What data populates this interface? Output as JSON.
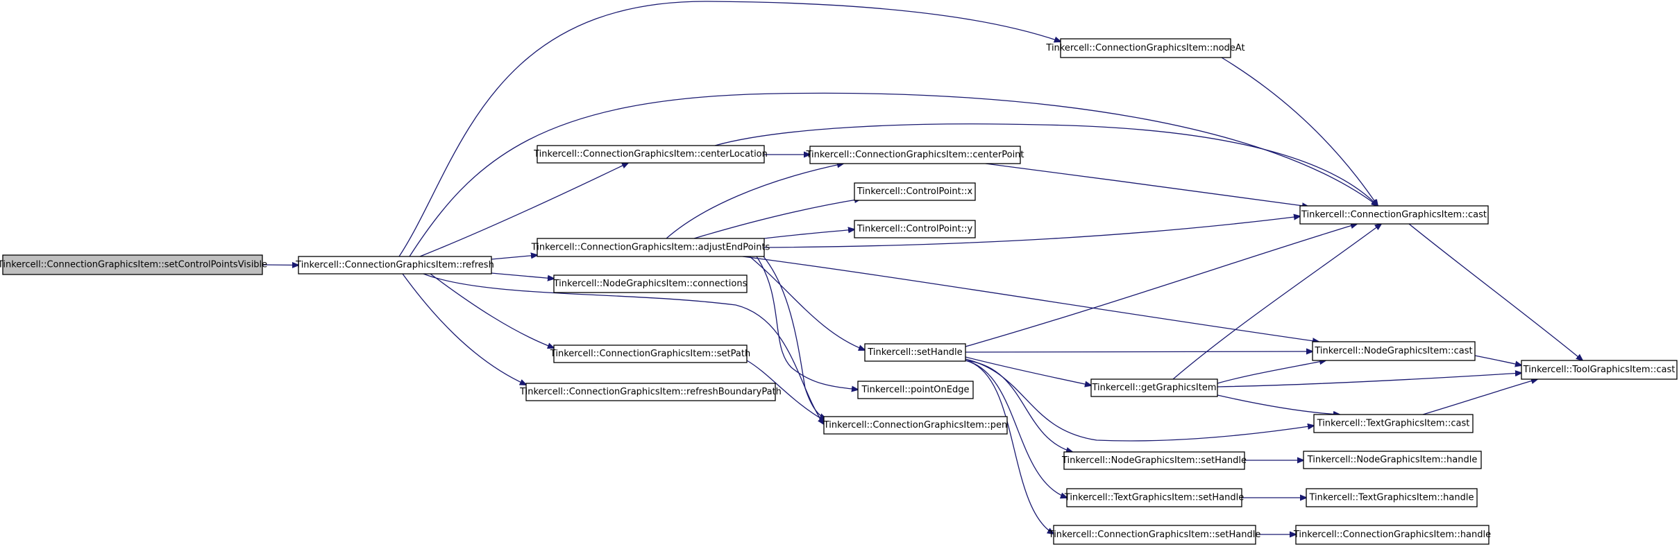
{
  "nodes": [
    {
      "id": "setControlPointsVisible",
      "label": "Tinkercell::ConnectionGraphicsItem::setControlPointsVisible",
      "root": true
    },
    {
      "id": "refresh",
      "label": "Tinkercell::ConnectionGraphicsItem::refresh"
    },
    {
      "id": "nodeAt",
      "label": "Tinkercell::ConnectionGraphicsItem::nodeAt"
    },
    {
      "id": "centerLocation",
      "label": "Tinkercell::ConnectionGraphicsItem::centerLocation"
    },
    {
      "id": "centerPoint",
      "label": "Tinkercell::ConnectionGraphicsItem::centerPoint"
    },
    {
      "id": "cpx",
      "label": "Tinkercell::ControlPoint::x"
    },
    {
      "id": "cpy",
      "label": "Tinkercell::ControlPoint::y"
    },
    {
      "id": "cgiCast",
      "label": "Tinkercell::ConnectionGraphicsItem::cast"
    },
    {
      "id": "adjustEndPoints",
      "label": "Tinkercell::ConnectionGraphicsItem::adjustEndPoints"
    },
    {
      "id": "connections",
      "label": "Tinkercell::NodeGraphicsItem::connections"
    },
    {
      "id": "setHandle",
      "label": "Tinkercell::setHandle"
    },
    {
      "id": "ngiCast",
      "label": "Tinkercell::NodeGraphicsItem::cast"
    },
    {
      "id": "setPath",
      "label": "Tinkercell::ConnectionGraphicsItem::setPath"
    },
    {
      "id": "getGraphicsItem",
      "label": "Tinkercell::getGraphicsItem"
    },
    {
      "id": "tgiCast",
      "label": "Tinkercell::ToolGraphicsItem::cast"
    },
    {
      "id": "pointOnEdge",
      "label": "Tinkercell::pointOnEdge"
    },
    {
      "id": "refreshBoundaryPath",
      "label": "Tinkercell::ConnectionGraphicsItem::refreshBoundaryPath"
    },
    {
      "id": "txtCast",
      "label": "Tinkercell::TextGraphicsItem::cast"
    },
    {
      "id": "pen",
      "label": "Tinkercell::ConnectionGraphicsItem::pen"
    },
    {
      "id": "ngiSetHandle",
      "label": "Tinkercell::NodeGraphicsItem::setHandle"
    },
    {
      "id": "ngiHandle",
      "label": "Tinkercell::NodeGraphicsItem::handle"
    },
    {
      "id": "txtSetHandle",
      "label": "Tinkercell::TextGraphicsItem::setHandle"
    },
    {
      "id": "txtHandle",
      "label": "Tinkercell::TextGraphicsItem::handle"
    },
    {
      "id": "cgiSetHandle",
      "label": "Tinkercell::ConnectionGraphicsItem::setHandle"
    },
    {
      "id": "cgiHandle",
      "label": "Tinkercell::ConnectionGraphicsItem::handle"
    }
  ],
  "edges": [
    [
      "setControlPointsVisible",
      "refresh"
    ],
    [
      "refresh",
      "nodeAt"
    ],
    [
      "refresh",
      "cgiCast"
    ],
    [
      "refresh",
      "centerLocation"
    ],
    [
      "refresh",
      "adjustEndPoints"
    ],
    [
      "refresh",
      "connections"
    ],
    [
      "refresh",
      "setPath"
    ],
    [
      "refresh",
      "refreshBoundaryPath"
    ],
    [
      "refresh",
      "pen"
    ],
    [
      "centerLocation",
      "centerPoint"
    ],
    [
      "centerLocation",
      "cgiCast"
    ],
    [
      "centerPoint",
      "cgiCast"
    ],
    [
      "adjustEndPoints",
      "centerPoint"
    ],
    [
      "adjustEndPoints",
      "cpx"
    ],
    [
      "adjustEndPoints",
      "cpy"
    ],
    [
      "adjustEndPoints",
      "cgiCast"
    ],
    [
      "adjustEndPoints",
      "ngiCast"
    ],
    [
      "adjustEndPoints",
      "setHandle"
    ],
    [
      "adjustEndPoints",
      "pointOnEdge"
    ],
    [
      "adjustEndPoints",
      "pen"
    ],
    [
      "nodeAt",
      "cgiCast"
    ],
    [
      "cgiCast",
      "tgiCast"
    ],
    [
      "setHandle",
      "cgiCast"
    ],
    [
      "setHandle",
      "ngiCast"
    ],
    [
      "setHandle",
      "getGraphicsItem"
    ],
    [
      "setHandle",
      "txtCast"
    ],
    [
      "setHandle",
      "ngiSetHandle"
    ],
    [
      "setHandle",
      "txtSetHandle"
    ],
    [
      "setHandle",
      "cgiSetHandle"
    ],
    [
      "getGraphicsItem",
      "cgiCast"
    ],
    [
      "getGraphicsItem",
      "ngiCast"
    ],
    [
      "getGraphicsItem",
      "tgiCast"
    ],
    [
      "getGraphicsItem",
      "txtCast"
    ],
    [
      "ngiCast",
      "tgiCast"
    ],
    [
      "txtCast",
      "tgiCast"
    ],
    [
      "setPath",
      "pen"
    ],
    [
      "ngiSetHandle",
      "ngiHandle"
    ],
    [
      "txtSetHandle",
      "txtHandle"
    ],
    [
      "cgiSetHandle",
      "cgiHandle"
    ]
  ]
}
